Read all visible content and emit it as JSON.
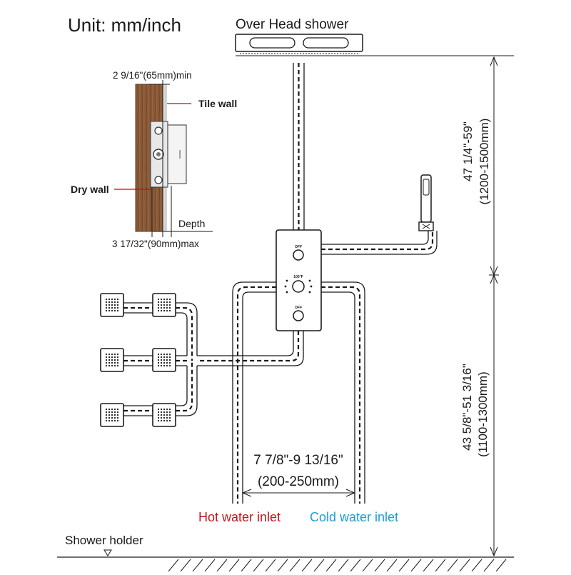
{
  "unit_label": "Unit: mm/inch",
  "overhead_label": "Over Head shower",
  "min_depth_label": "2 9/16\"(65mm)min",
  "tile_wall_label": "Tile wall",
  "dry_wall_label": "Dry wall",
  "depth_label": "Depth",
  "max_depth_label": "3 17/32\"(90mm)max",
  "upper_height_label": "47 1/4\"-59\"",
  "upper_height_mm": "(1200-1500mm)",
  "lower_height_label": "43 5/8\"-51  3/16\"",
  "lower_height_mm": "(1100-1300mm)",
  "inlet_spacing_label": "7 7/8\"-9 13/16\"",
  "inlet_spacing_mm": "(200-250mm)",
  "hot_inlet_label": "Hot water inlet",
  "cold_inlet_label": "Cold water inlet",
  "shower_holder_label": "Shower holder",
  "valve_top_label": "OFF",
  "valve_mid_label": "100°F",
  "valve_bottom_label": "OFF",
  "colors": {
    "line": "#1a1a1a",
    "hot": "#c4161c",
    "cold": "#1a9ed6",
    "pointer": "#d0021b",
    "wood": "#8a5a38",
    "wood_dark": "#5e3a22",
    "wood_light": "#a9744c"
  },
  "icons": [
    "overhead-shower-icon",
    "mixing-valve-icon",
    "hand-shower-icon",
    "body-jet-icon",
    "floor-hatch-icon"
  ]
}
